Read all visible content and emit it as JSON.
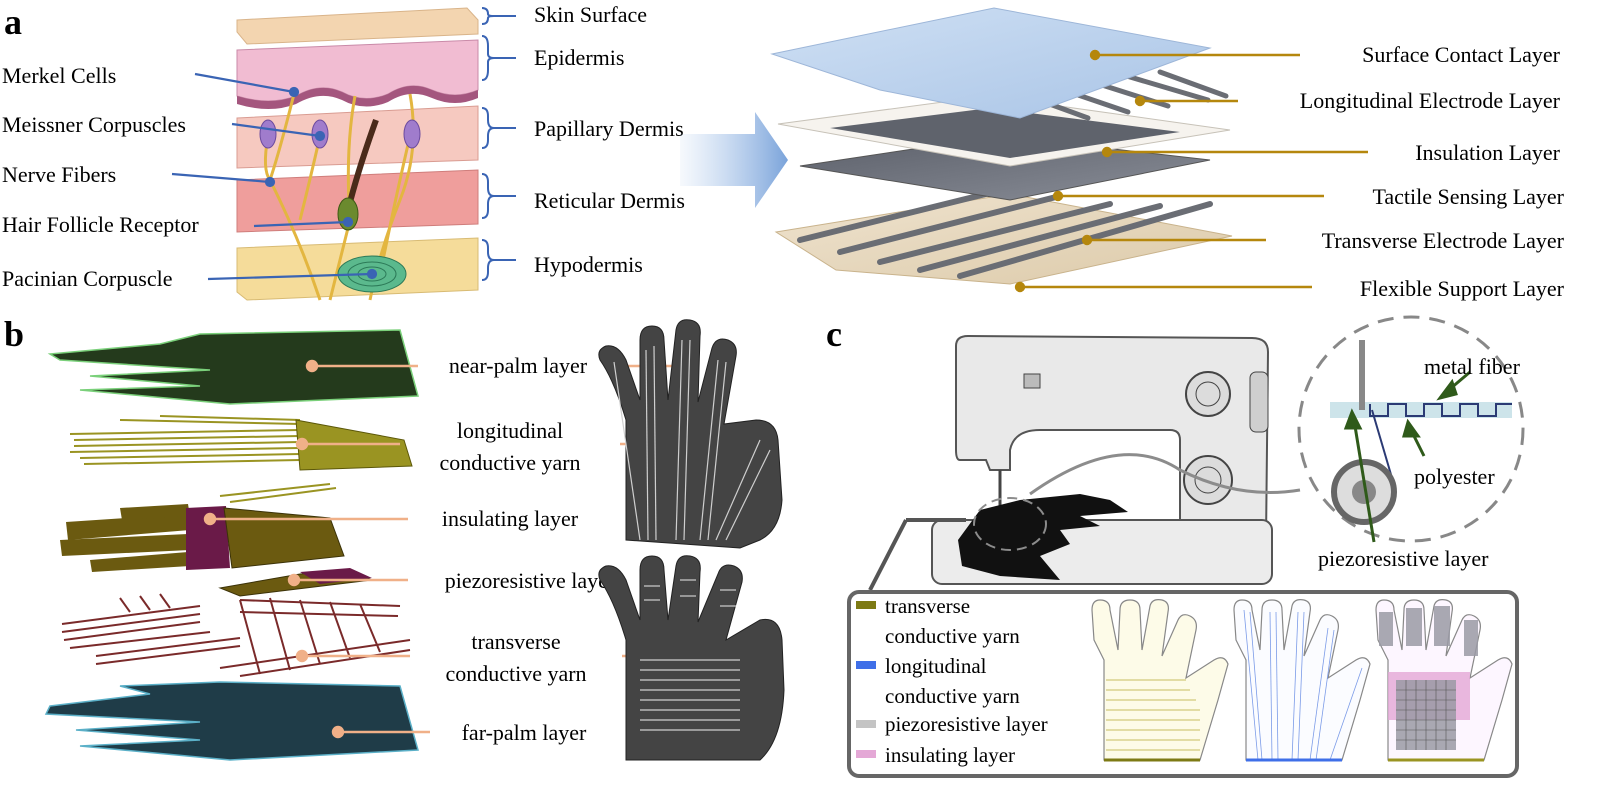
{
  "panel_a": {
    "letter": "a",
    "skin_left_labels": [
      "Merkel Cells",
      "Meissner Corpuscles",
      "Nerve Fibers",
      "Hair Follicle Receptor",
      "Pacinian Corpuscle"
    ],
    "skin_right_labels": [
      "Skin Surface",
      "Epidermis",
      "Papillary Dermis",
      "Reticular Dermis",
      "Hypodermis"
    ],
    "sensor_labels": [
      "Surface Contact Layer",
      "Longitudinal Electrode Layer",
      "Insulation Layer",
      "Tactile Sensing Layer",
      "Transverse Electrode Layer",
      "Flexible Support Layer"
    ]
  },
  "panel_b": {
    "letter": "b",
    "labels": {
      "near_palm": "near-palm layer",
      "longitudinal_1": "longitudinal",
      "longitudinal_2": "conductive yarn",
      "insulating": "insulating layer",
      "piezoresistive": "piezoresistive layer",
      "transverse_1": "transverse",
      "transverse_2": "conductive yarn",
      "far_palm": "far-palm layer"
    }
  },
  "panel_c": {
    "letter": "c",
    "inset_labels": {
      "metal_fiber": "metal fiber",
      "polyester": "polyester",
      "piezoresistive": "piezoresistive layer"
    },
    "legend": [
      {
        "line1": "transverse",
        "line2": "conductive yarn",
        "color": "#7d7a14"
      },
      {
        "line1": "longitudinal",
        "line2": "conductive yarn",
        "color": "#3f6fe8"
      },
      {
        "line1": "piezoresistive layer",
        "line2": "",
        "color": "#c4c4c4"
      },
      {
        "line1": "insulating layer",
        "line2": "",
        "color": "#e4a8d6"
      }
    ]
  },
  "colors": {
    "leader_blue": "#3a64b4",
    "leader_gold": "#b5870d",
    "leader_peach": "#f0b088",
    "near_palm": "#243a1c",
    "far_palm": "#1f3c48"
  }
}
